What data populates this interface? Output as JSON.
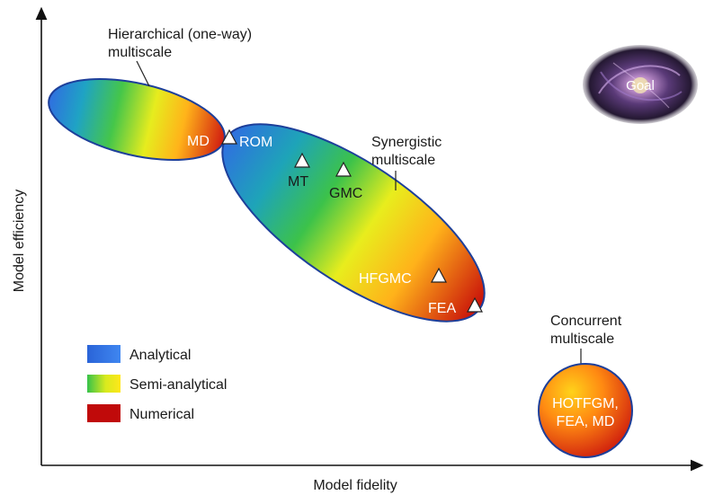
{
  "axes": {
    "x_label": "Model fidelity",
    "y_label": "Model efficiency"
  },
  "regions": {
    "hierarchical": {
      "label_line1": "Hierarchical (one-way)",
      "label_line2": "multiscale"
    },
    "synergistic": {
      "label_line1": "Synergistic",
      "label_line2": "multiscale"
    },
    "concurrent": {
      "label_line1": "Concurrent",
      "label_line2": "multiscale",
      "content_line1": "HOTFGM,",
      "content_line2": "FEA, MD"
    }
  },
  "models": {
    "md": "MD",
    "rom": "ROM",
    "mt": "MT",
    "gmc": "GMC",
    "hfgmc": "HFGMC",
    "fea": "FEA"
  },
  "goal": {
    "label": "Goal"
  },
  "legend": {
    "analytical": "Analytical",
    "semi_analytical": "Semi-analytical",
    "numerical": "Numerical"
  },
  "colors": {
    "analytical": "#2f6fe0",
    "semi_analytical_start": "#36c24a",
    "semi_analytical_end": "#ffe71a",
    "numerical": "#c00a0a",
    "region_border": "#1d3f9a",
    "axis": "#111111"
  }
}
